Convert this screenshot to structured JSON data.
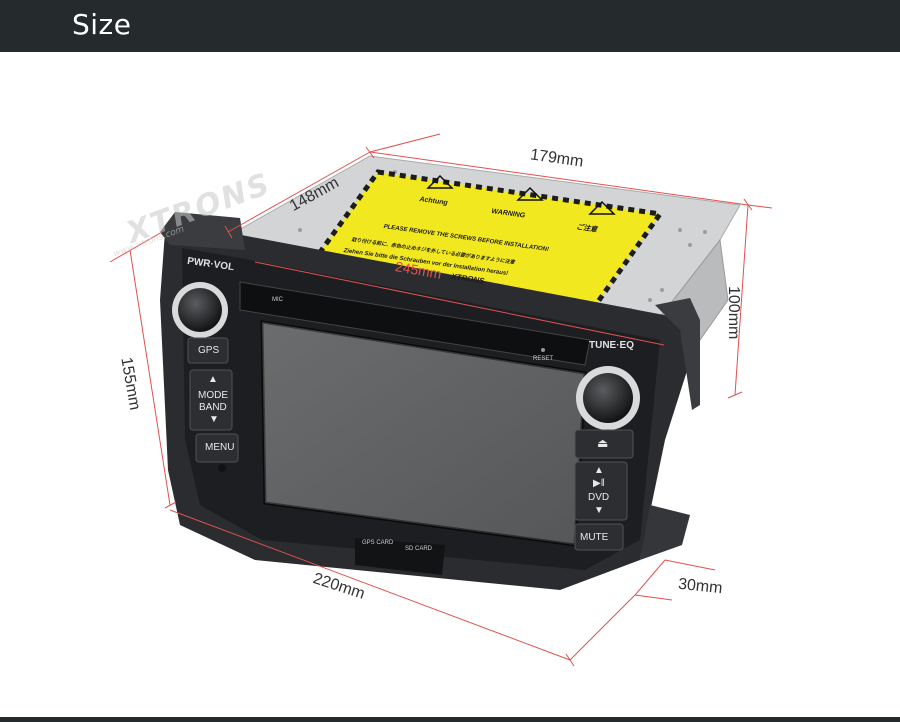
{
  "header": {
    "title": "Size"
  },
  "dimensions": {
    "depth_top": "148mm",
    "width_top": "179mm",
    "height_right": "100mm",
    "height_left": "155mm",
    "width_front": "220mm",
    "depth_front": "30mm",
    "inner_width": "245mm"
  },
  "warning_label": {
    "word_1": "Achtung",
    "word_2": "WARNING",
    "word_3": "ご注意",
    "line_1": "PLEASE REMOVE THE SCREWS BEFORE INSTALLATION!",
    "line_2": "取り付ける前に、赤色の止めネジを外している必要がありますように注意",
    "line_3": "Ziehen Sie bitte die Schrauben vor der Installation heraus!",
    "brand": "XTRONS"
  },
  "watermark": {
    "brand": "XTRONS",
    "sub": "www.xtrons.com"
  },
  "controls": {
    "pwr_vol": "PWR·VOL",
    "tune_eq": "TUNE·EQ",
    "gps": "GPS",
    "mode": "MODE",
    "band": "BAND",
    "menu": "MENU",
    "dvd": "DVD",
    "mute": "MUTE",
    "mic": "MIC",
    "reset": "RESET",
    "gps_card": "GPS CARD",
    "sd_card": "SD CARD"
  },
  "colors": {
    "header_bg": "#252a2c",
    "dimension_line": "#e0514f",
    "unit_body": "#2a2c2f",
    "warning_yellow": "#f2e81f"
  }
}
